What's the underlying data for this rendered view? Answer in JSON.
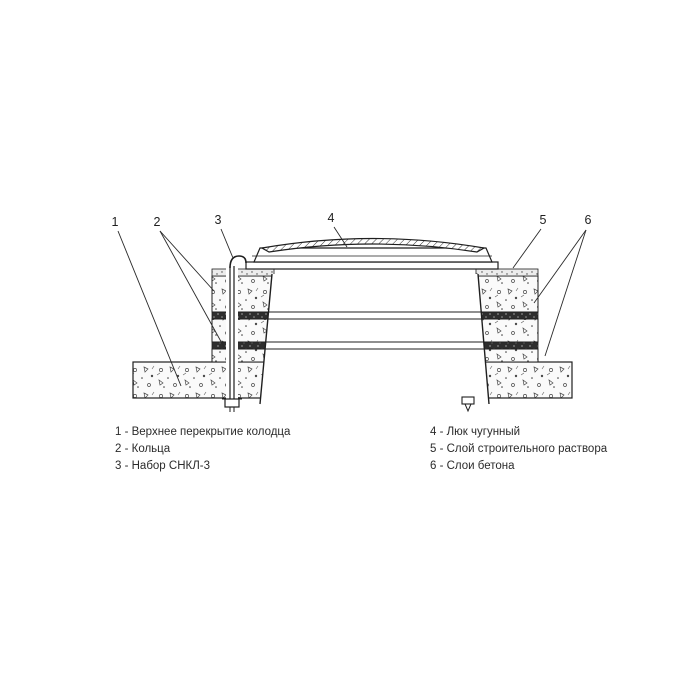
{
  "figure": {
    "ink_color": "#1f1f1f",
    "callouts": [
      "1",
      "2",
      "3",
      "4",
      "5",
      "6"
    ],
    "legend": {
      "left": [
        "1 - Верхнее перекрытие колодца",
        "2 - Кольца",
        "3 - Набор СНКЛ-3"
      ],
      "right": [
        "4 - Люк чугунный",
        "5 - Слой строительного раствора",
        "6 - Слои бетона"
      ]
    }
  }
}
